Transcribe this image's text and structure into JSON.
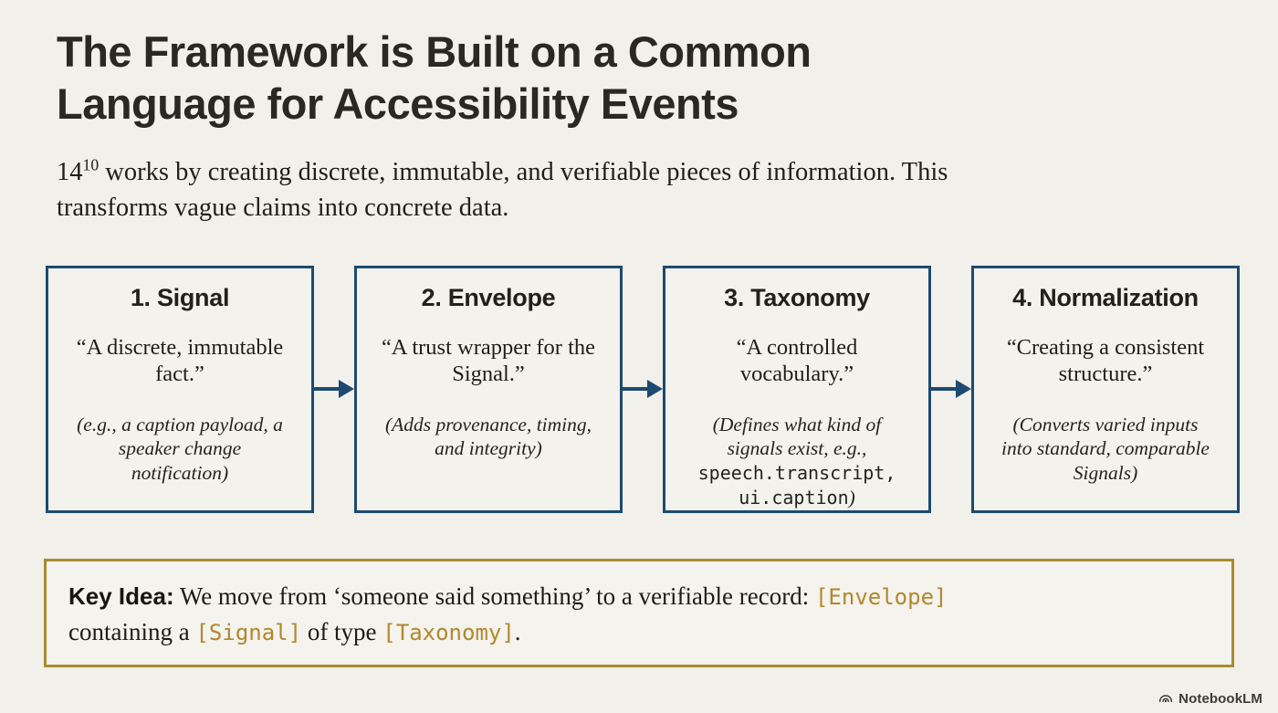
{
  "title": {
    "line1": "The Framework is Built on a Common",
    "line2": "Language for Accessibility Events"
  },
  "intro": {
    "num": "14",
    "sup": "10",
    "line1_rest": " works by creating discrete, immutable, and verifiable pieces of information. This",
    "line2": "transforms vague claims into concrete data."
  },
  "boxes": [
    {
      "title": "1. Signal",
      "quote": "“A discrete, immutable fact.”",
      "note": "(e.g., a caption payload, a speaker change notification)"
    },
    {
      "title": "2. Envelope",
      "quote": "“A trust wrapper for the Signal.”",
      "note": "(Adds provenance, timing, and integrity)"
    },
    {
      "title": "3. Taxonomy",
      "quote": "“A controlled vocabulary.”",
      "note_pre": "(Defines what kind of signals exist, e.g., ",
      "note_code": "speech.transcript, ui.caption",
      "note_post": ")"
    },
    {
      "title": "4. Normalization",
      "quote": "“Creating a consistent structure.”",
      "note": "(Converts varied inputs into standard, comparable Signals)"
    }
  ],
  "key_idea": {
    "label": "Key Idea:",
    "seg1": " We move from ‘someone said something’ to a verifiable record: ",
    "code1": "[Envelope]",
    "seg2": "containing a ",
    "code2": "[Signal]",
    "seg3": " of type ",
    "code3": "[Taxonomy]",
    "seg4": "."
  },
  "watermark": {
    "brand": "NotebookLM",
    "icon": "notebooklm-logo-icon"
  },
  "colors": {
    "background": "#f1f0ea",
    "title_text": "#292823",
    "body_text": "#1f1e1a",
    "box_border_navy": "#1c4a71",
    "arrow_navy": "#1c4a71",
    "key_idea_border_gold": "#ab8a2e",
    "code_gold": "#b3872c"
  }
}
